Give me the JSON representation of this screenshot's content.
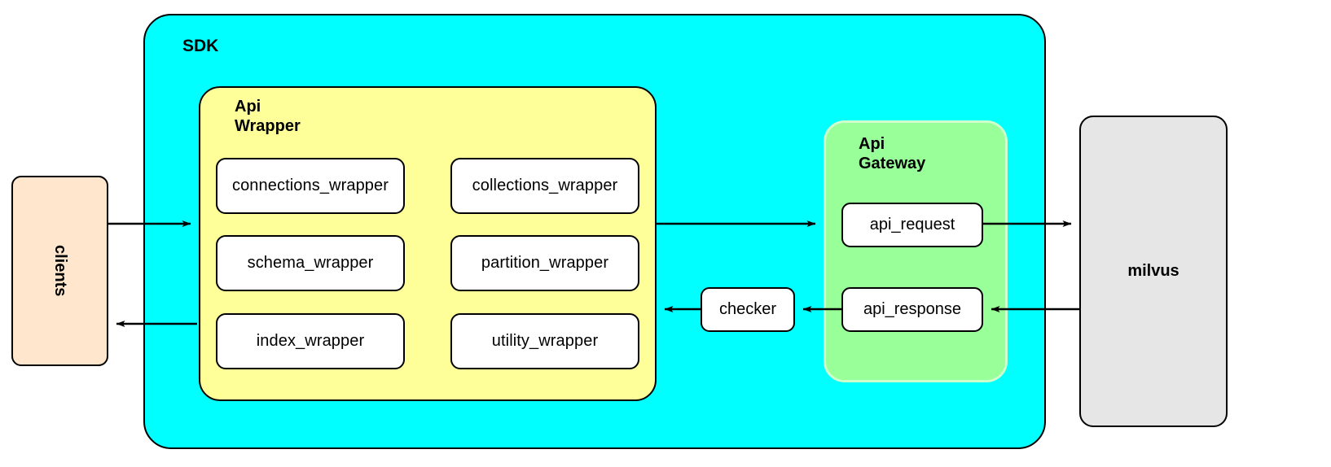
{
  "diagram": {
    "title_regions": {
      "sdk": "SDK",
      "api_wrapper": "Api\nWrapper",
      "api_gateway": "Api\nGateway"
    },
    "external": {
      "clients": "clients",
      "milvus": "milvus"
    },
    "api_wrapper_modules": [
      {
        "id": "connections-wrapper",
        "label": "connections_wrapper"
      },
      {
        "id": "collections-wrapper",
        "label": "collections_wrapper"
      },
      {
        "id": "schema-wrapper",
        "label": "schema_wrapper"
      },
      {
        "id": "partition-wrapper",
        "label": "partition_wrapper"
      },
      {
        "id": "index-wrapper",
        "label": "index_wrapper"
      },
      {
        "id": "utility-wrapper",
        "label": "utility_wrapper"
      }
    ],
    "api_gateway_modules": [
      {
        "id": "api-request",
        "label": "api_request"
      },
      {
        "id": "api-response",
        "label": "api_response"
      }
    ],
    "checker": {
      "id": "checker",
      "label": "checker"
    },
    "colors": {
      "sdk_fill": "#00FFFF",
      "api_wrapper_fill": "#FFFF99",
      "api_gateway_fill": "#99FF99",
      "api_gateway_border": "#CCFFCC",
      "clients_fill": "#FFE6CC",
      "milvus_fill": "#E6E6E6",
      "leaf_fill": "#FFFFFF",
      "stroke": "#000000",
      "page_background": "#FFFFFF"
    },
    "flows": [
      {
        "id": "clients-to-api-wrapper",
        "from": "clients",
        "to": "api_wrapper",
        "direction": "right"
      },
      {
        "id": "api-wrapper-to-api-gateway",
        "from": "api_wrapper",
        "to": "api_gateway",
        "direction": "right"
      },
      {
        "id": "api-request-to-milvus",
        "from": "api_request",
        "to": "milvus",
        "direction": "right"
      },
      {
        "id": "milvus-to-api-response",
        "from": "milvus",
        "to": "api_response",
        "direction": "left"
      },
      {
        "id": "api-response-to-checker",
        "from": "api_response",
        "to": "checker",
        "direction": "left"
      },
      {
        "id": "checker-to-api-wrapper",
        "from": "checker",
        "to": "api_wrapper",
        "direction": "left"
      },
      {
        "id": "api-wrapper-to-clients",
        "from": "api_wrapper",
        "to": "clients",
        "direction": "left"
      }
    ]
  }
}
